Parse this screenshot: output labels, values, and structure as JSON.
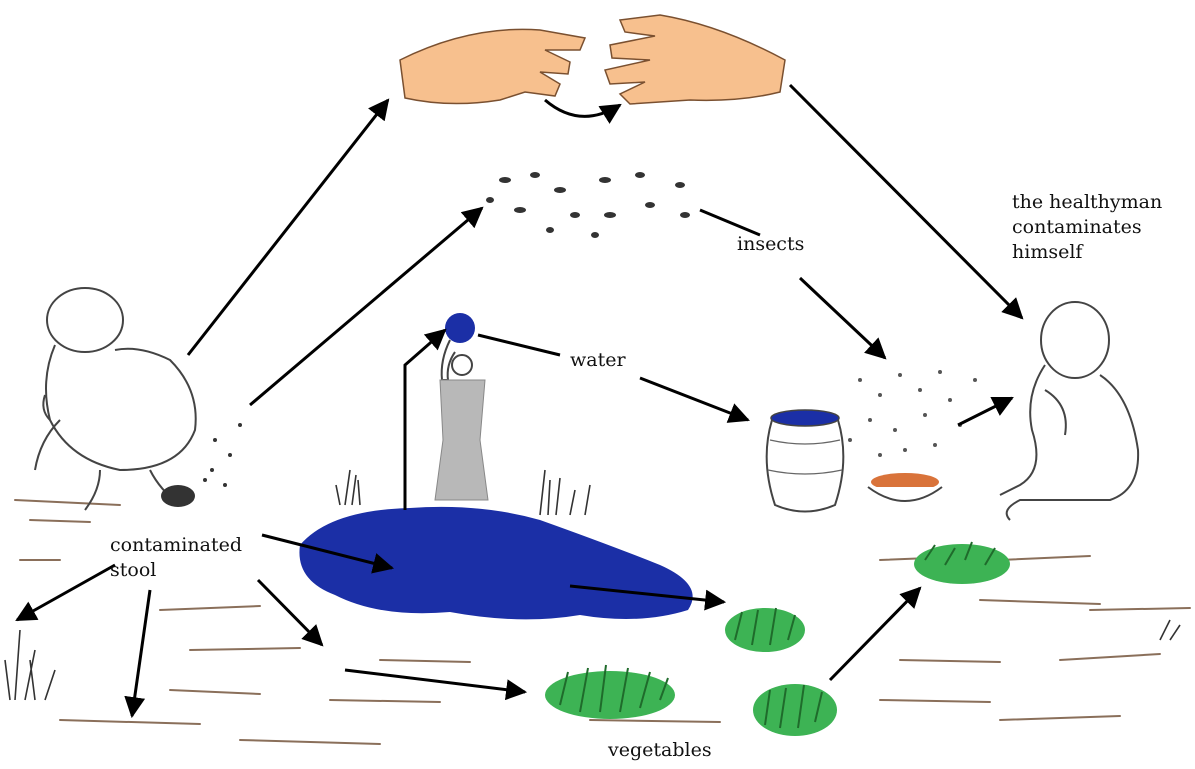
{
  "labels": {
    "healthy_man": "the healthyman\ncontaminates\nhimself",
    "insects": "insects",
    "water": "water",
    "contaminated_stool": "contaminated\nstool",
    "vegetables": "vegetables"
  },
  "colors": {
    "skin": "#f7c08e",
    "water": "#1b2fa6",
    "vegetable": "#3db354",
    "dress": "#b8b8b8",
    "arrow": "#000000",
    "stool": "#333333",
    "food": "#d9733a"
  }
}
